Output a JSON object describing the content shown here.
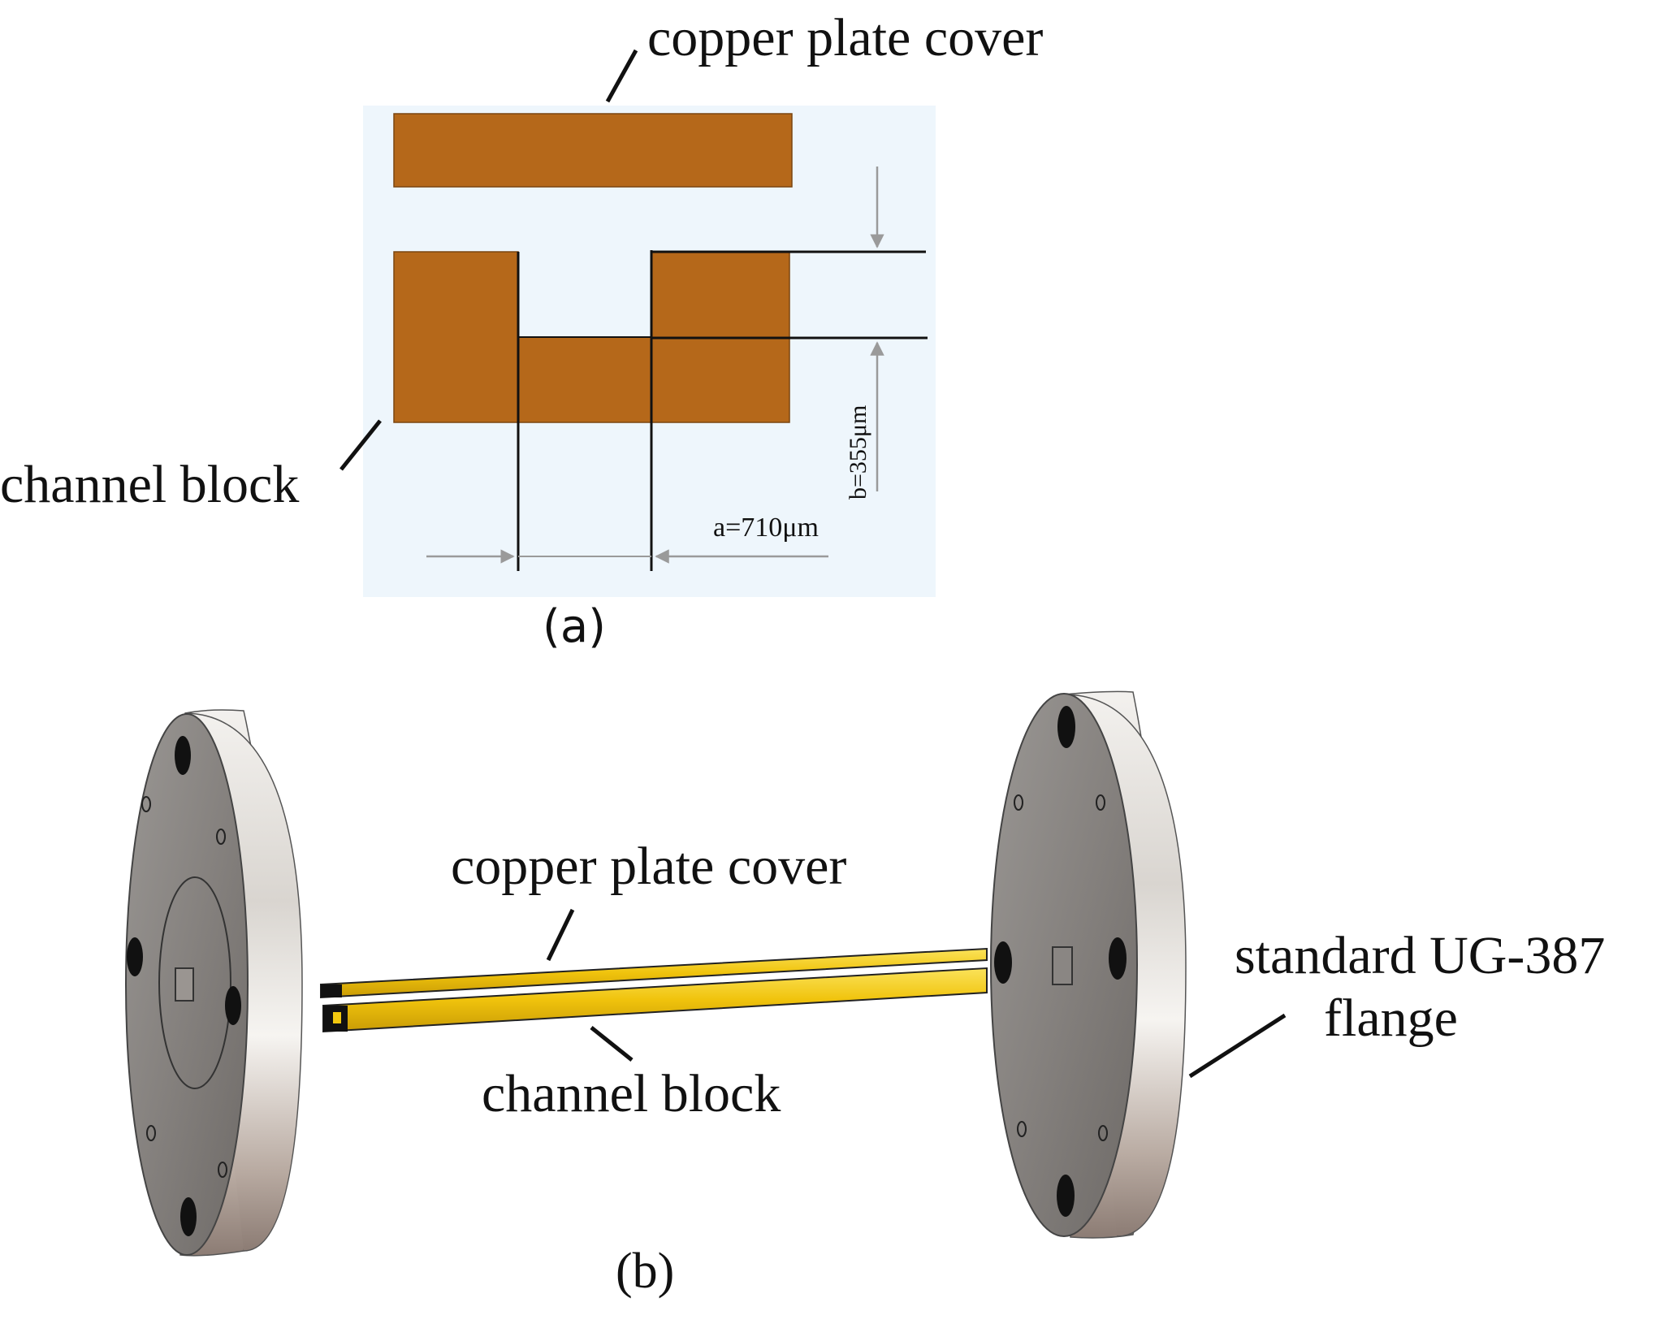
{
  "panel_a": {
    "label_cover": "copper plate cover",
    "label_block": "channel block",
    "dim_a": "a=710μm",
    "dim_b": "b=355μm",
    "caption": "(a)",
    "colors": {
      "copper": "#b5681a",
      "panel_bg": "#eef6fc"
    }
  },
  "panel_b": {
    "label_cover": "copper plate cover",
    "label_block": "channel block",
    "label_flange_line1": "standard UG-387",
    "label_flange_line2": "flange",
    "caption": "(b)",
    "colors": {
      "channel": "#f2c80f",
      "flange_face": "#8a8784",
      "flange_rim": "#d8d4d0"
    }
  }
}
